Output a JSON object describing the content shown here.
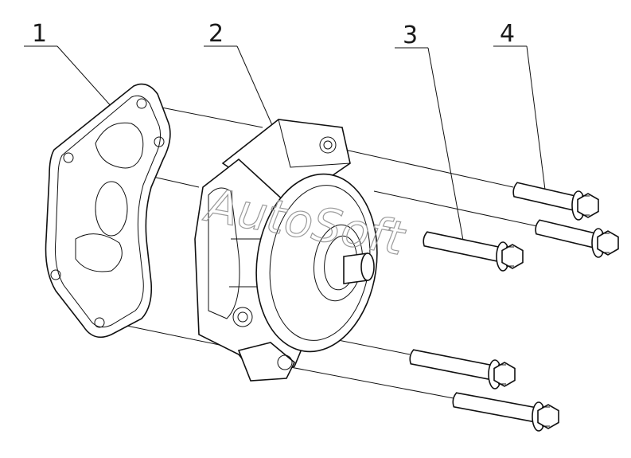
{
  "callouts": [
    {
      "id": "1",
      "label": "1"
    },
    {
      "id": "2",
      "label": "2"
    },
    {
      "id": "3",
      "label": "3"
    },
    {
      "id": "4",
      "label": "4"
    }
  ],
  "watermark": "AutoSoft",
  "colors": {
    "ink": "#111111",
    "watermark": "#9a9a9a",
    "background": "#ffffff"
  }
}
